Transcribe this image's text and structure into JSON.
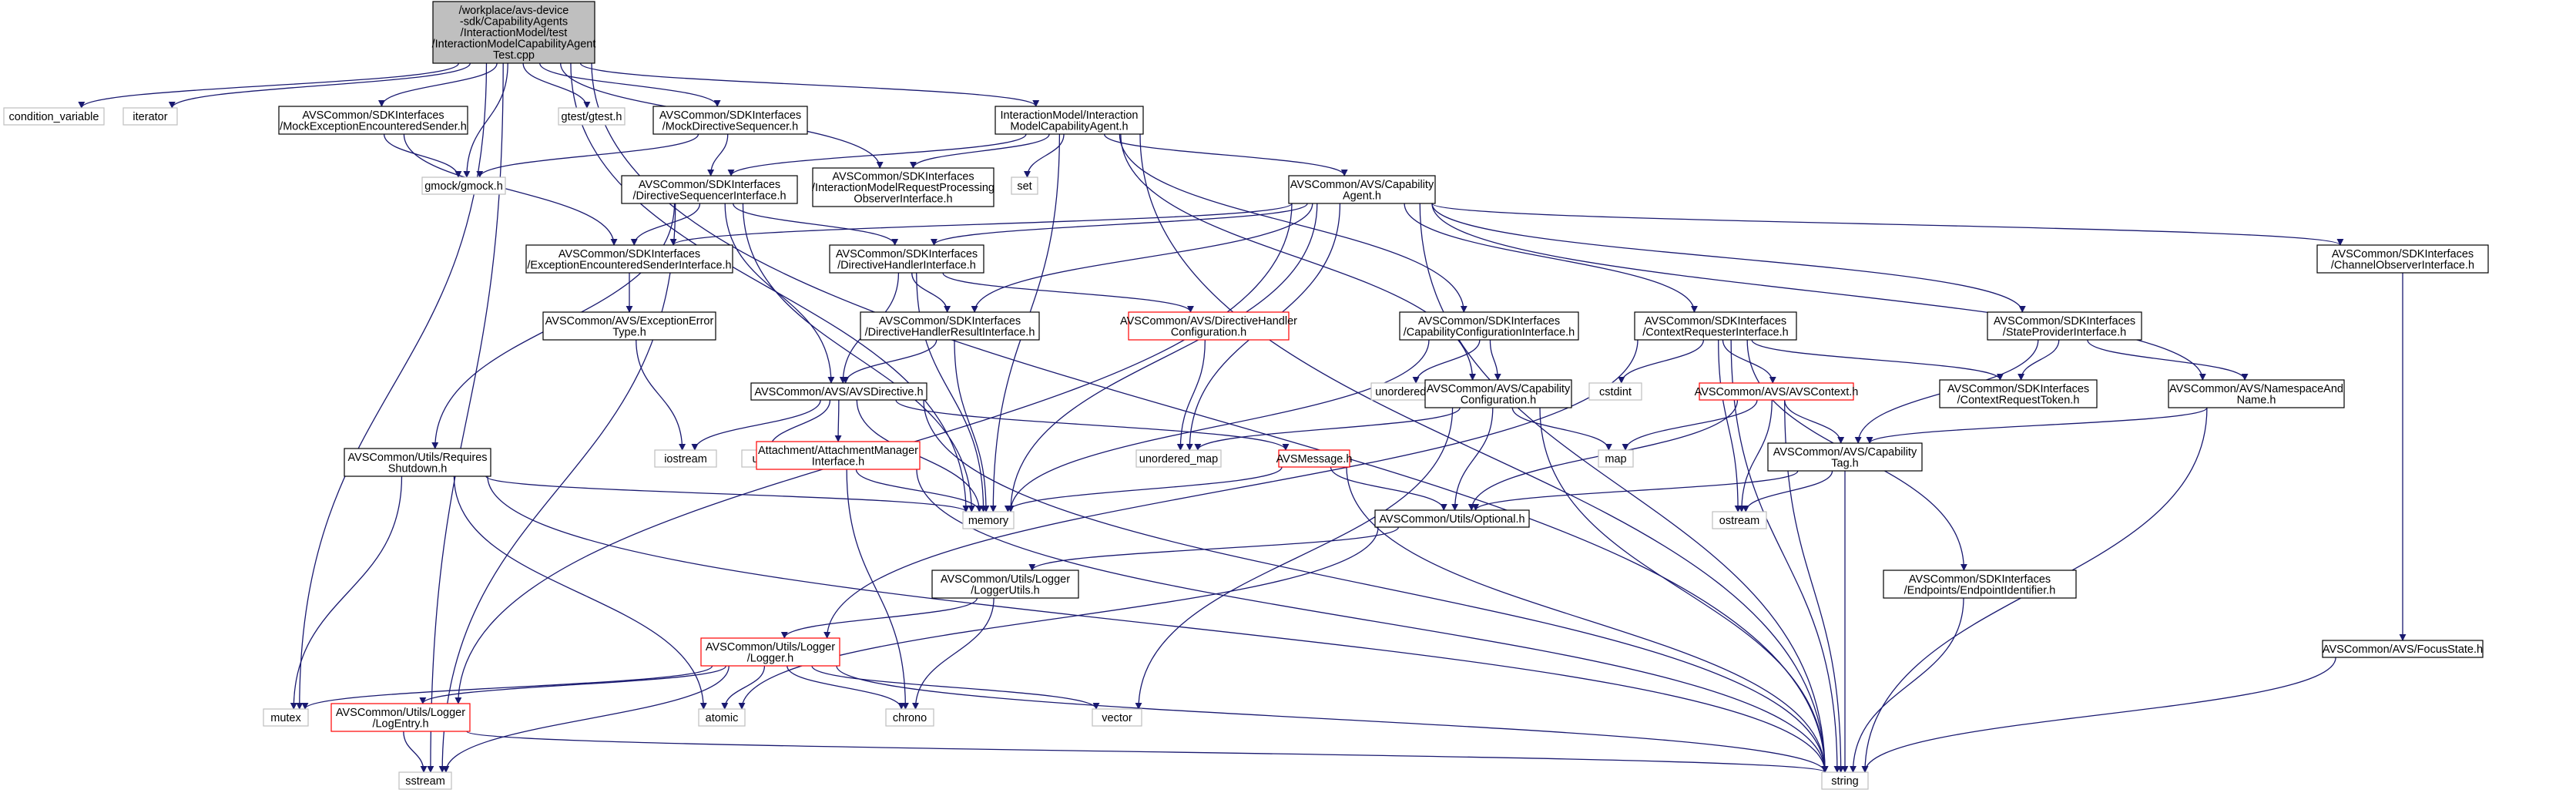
{
  "colors": {
    "edge": "#191970",
    "node_border": "#000000",
    "missing_border": "#bfbfbf",
    "incomplete_border": "#ff0000",
    "root_fill": "#bfbfbf"
  },
  "nodes": {
    "root": [
      "/workplace/avs-device",
      "-sdk/CapabilityAgents",
      "/InteractionModel/test",
      "/InteractionModelCapabilityAgent",
      "Test.cpp"
    ],
    "condition_variable": [
      "condition_variable"
    ],
    "iterator": [
      "iterator"
    ],
    "mock_exc_sender": [
      "AVSCommon/SDKInterfaces",
      "/MockExceptionEncounteredSender.h"
    ],
    "gtest": [
      "gtest/gtest.h"
    ],
    "mock_dir_seq": [
      "AVSCommon/SDKInterfaces",
      "/MockDirectiveSequencer.h"
    ],
    "im_request_observer": [
      "AVSCommon/SDKInterfaces",
      "/InteractionModelRequestProcessing",
      "ObserverInterface.h"
    ],
    "im_cap_agent": [
      "InteractionModel/Interaction",
      "ModelCapabilityAgent.h"
    ],
    "gmock": [
      "gmock/gmock.h"
    ],
    "dir_seq_iface": [
      "AVSCommon/SDKInterfaces",
      "/DirectiveSequencerInterface.h"
    ],
    "set": [
      "set"
    ],
    "cap_agent": [
      "AVSCommon/AVS/Capability",
      "Agent.h"
    ],
    "channel_observer": [
      "AVSCommon/SDKInterfaces",
      "/ChannelObserverInterface.h"
    ],
    "exc_sender_iface": [
      "AVSCommon/SDKInterfaces",
      "/ExceptionEncounteredSenderInterface.h"
    ],
    "dir_handler_iface": [
      "AVSCommon/SDKInterfaces",
      "/DirectiveHandlerInterface.h"
    ],
    "dir_handler_config": [
      "AVSCommon/AVS/DirectiveHandler",
      "Configuration.h"
    ],
    "cap_config_iface": [
      "AVSCommon/SDKInterfaces",
      "/CapabilityConfigurationInterface.h"
    ],
    "ctx_requester": [
      "AVSCommon/SDKInterfaces",
      "/ContextRequesterInterface.h"
    ],
    "state_provider": [
      "AVSCommon/SDKInterfaces",
      "/StateProviderInterface.h"
    ],
    "exception_error": [
      "AVSCommon/AVS/ExceptionError",
      "Type.h"
    ],
    "dir_handler_result": [
      "AVSCommon/SDKInterfaces",
      "/DirectiveHandlerResultInterface.h"
    ],
    "avs_directive": [
      "AVSCommon/AVS/AVSDirective.h"
    ],
    "unordered_set": [
      "unordered_set"
    ],
    "cap_configuration": [
      "AVSCommon/AVS/Capability",
      "Configuration.h"
    ],
    "cstdint": [
      "cstdint"
    ],
    "avs_context": [
      "AVSCommon/AVS/AVSContext.h"
    ],
    "ctx_request_token": [
      "AVSCommon/SDKInterfaces",
      "/ContextRequestToken.h"
    ],
    "namespace_name": [
      "AVSCommon/AVS/NamespaceAnd",
      "Name.h"
    ],
    "requires_shutdown": [
      "AVSCommon/Utils/Requires",
      "Shutdown.h"
    ],
    "iostream": [
      "iostream"
    ],
    "utility": [
      "utility"
    ],
    "attachment_mgr": [
      "Attachment/AttachmentManager",
      "Interface.h"
    ],
    "unordered_map": [
      "unordered_map"
    ],
    "avs_message": [
      "AVSMessage.h"
    ],
    "map": [
      "map"
    ],
    "cap_tag": [
      "AVSCommon/AVS/Capability",
      "Tag.h"
    ],
    "memory": [
      "memory"
    ],
    "optional": [
      "AVSCommon/Utils/Optional.h"
    ],
    "ostream": [
      "ostream"
    ],
    "logger_utils": [
      "AVSCommon/Utils/Logger",
      "/LoggerUtils.h"
    ],
    "endpoint_id": [
      "AVSCommon/SDKInterfaces",
      "/Endpoints/EndpointIdentifier.h"
    ],
    "logger": [
      "AVSCommon/Utils/Logger",
      "/Logger.h"
    ],
    "focus_state": [
      "AVSCommon/AVS/FocusState.h"
    ],
    "mutex": [
      "mutex"
    ],
    "log_entry": [
      "AVSCommon/Utils/Logger",
      "/LogEntry.h"
    ],
    "atomic": [
      "atomic"
    ],
    "chrono": [
      "chrono"
    ],
    "vector": [
      "vector"
    ],
    "sstream": [
      "sstream"
    ],
    "string": [
      "string"
    ]
  }
}
